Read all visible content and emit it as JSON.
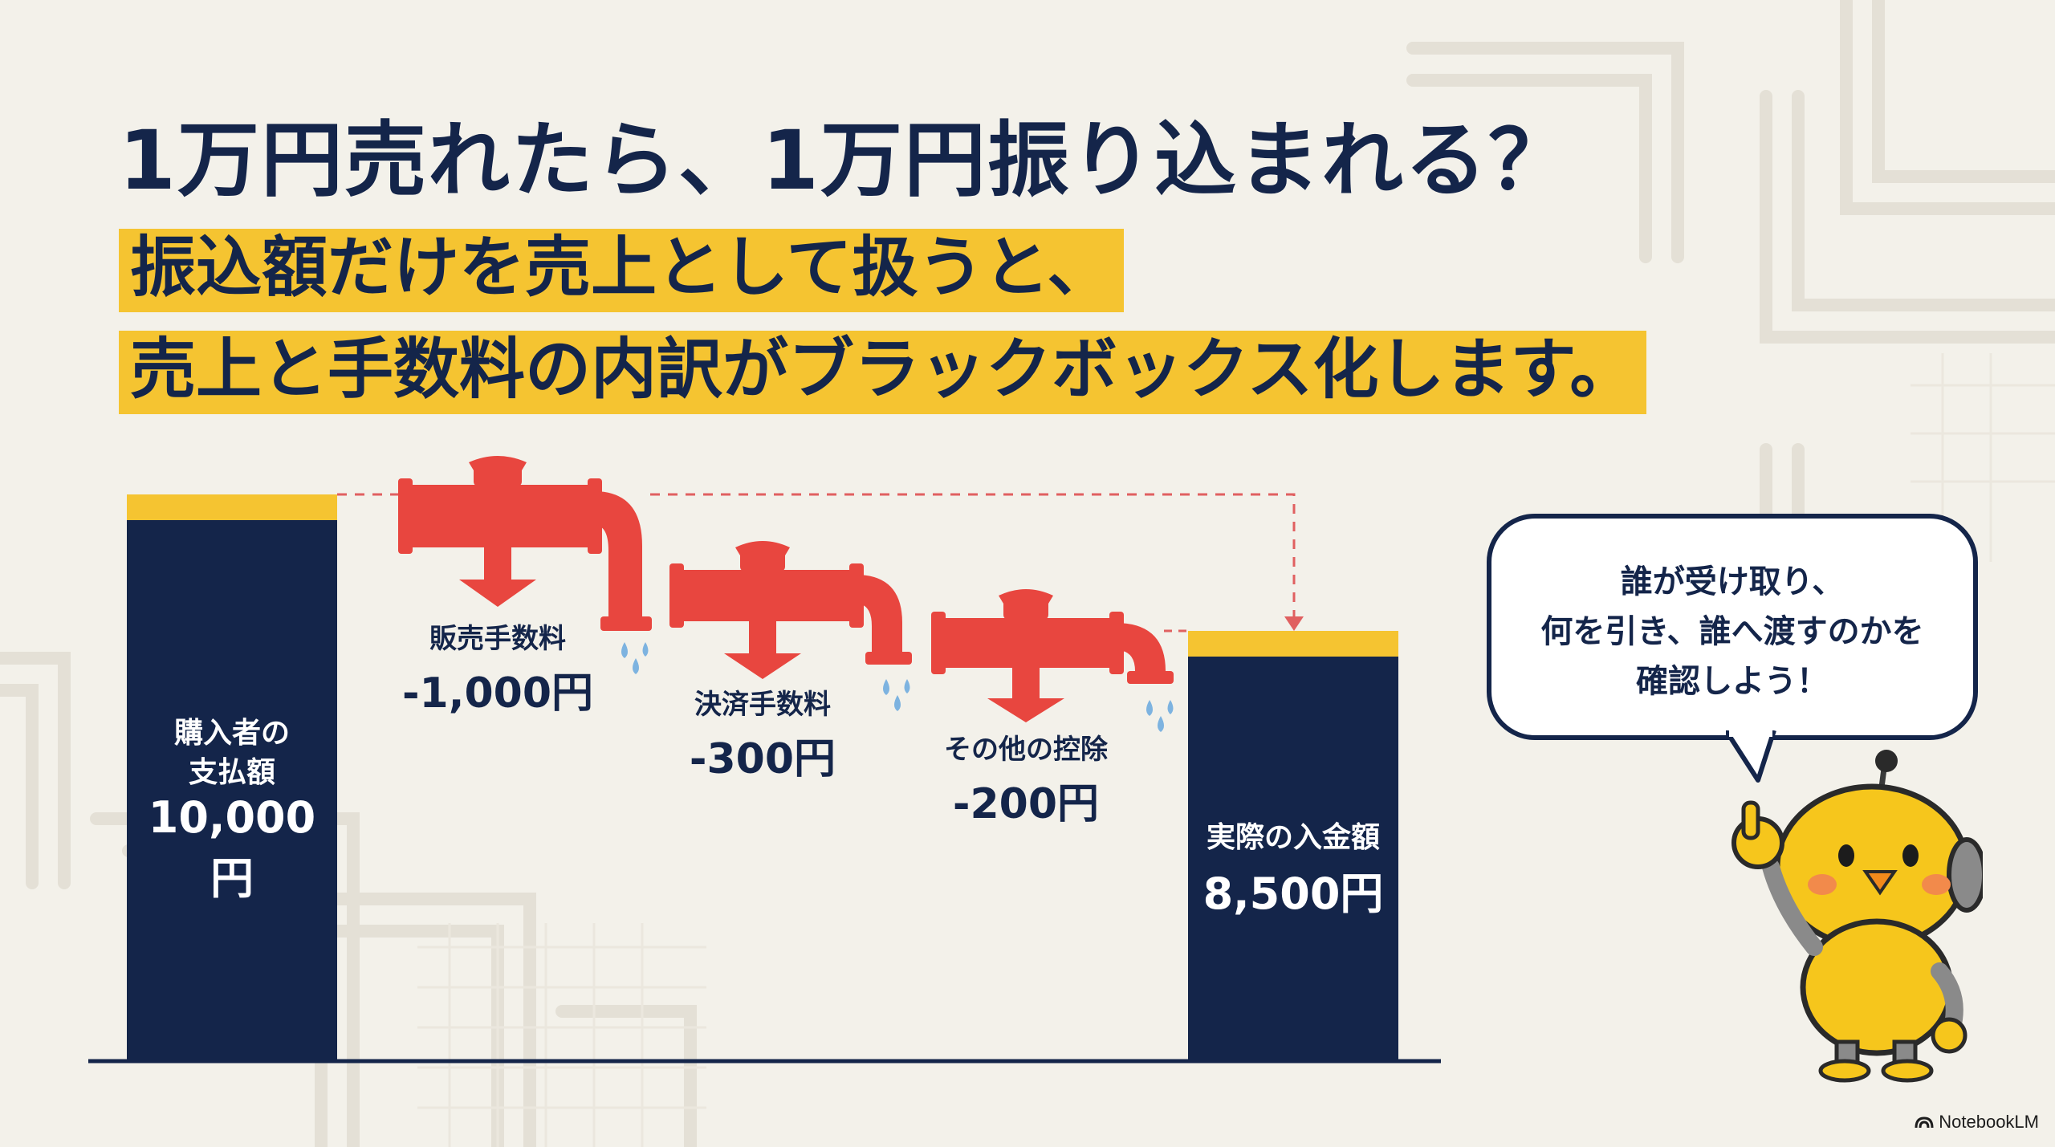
{
  "title": "1万円売れたら、1万円振り込まれる？",
  "highlight_lines": [
    "振込額だけを売上として扱うと、",
    "売上と手数料の内訳がブラックボックス化します。"
  ],
  "diagram": {
    "payment": {
      "label_line1": "購入者の",
      "label_line2": "支払額",
      "amount": "10,000円",
      "value": 10000
    },
    "deductions": [
      {
        "label": "販売手数料",
        "amount": "-1,000円",
        "value": -1000
      },
      {
        "label": "決済手数料",
        "amount": "-300円",
        "value": -300
      },
      {
        "label": "その他の控除",
        "amount": "-200円",
        "value": -200
      }
    ],
    "deposit": {
      "label": "実際の入金額",
      "amount": "8,500円",
      "value": 8500
    }
  },
  "bubble": {
    "lines": [
      "誰が受け取り、",
      "何を引き、誰へ渡すのかを",
      "確認しよう！"
    ]
  },
  "watermark": "NotebookLM",
  "colors": {
    "navy": "#14254a",
    "yellow": "#f5c431",
    "pipe_red": "#e8463f",
    "background": "#f3f1ea"
  }
}
